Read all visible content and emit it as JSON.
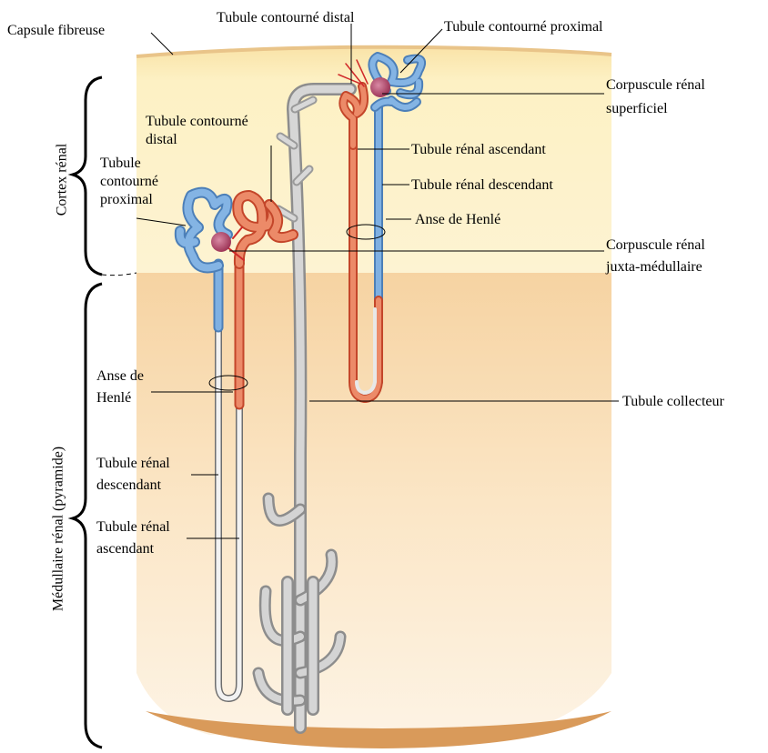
{
  "labels": {
    "capsule_fibreuse": "Capsule fibreuse",
    "tubule_contourne_distal_top": "Tubule contourné distal",
    "tubule_contourne_proximal_top": "Tubule contourné proximal",
    "corpuscule_renal_superficiel_1": "Corpuscule rénal",
    "corpuscule_renal_superficiel_2": "superficiel",
    "tubule_renal_ascendant_right": "Tubule rénal ascendant",
    "tubule_renal_descendant_right": "Tubule rénal descendant",
    "anse_de_henle_right": "Anse de Henlé",
    "corpuscule_juxta_1": "Corpuscule rénal",
    "corpuscule_juxta_2": "juxta-médullaire",
    "tubule_collecteur": "Tubule collecteur",
    "tubule_contourne_distal_left_1": "Tubule contourné",
    "tubule_contourne_distal_left_2": "distal",
    "tubule_contourne_proximal_left_1": "Tubule",
    "tubule_contourne_proximal_left_2": "contourné",
    "tubule_contourne_proximal_left_3": "proximal",
    "anse_de_henle_left_1": "Anse de",
    "anse_de_henle_left_2": "Henlé",
    "tubule_renal_descendant_left_1": "Tubule rénal",
    "tubule_renal_descendant_left_2": "descendant",
    "tubule_renal_ascendant_left_1": "Tubule rénal",
    "tubule_renal_ascendant_left_2": "ascendant",
    "cortex_renal": "Cortex rénal",
    "medullaire_renal": "Médullaire rénal (pyramide)"
  },
  "colors": {
    "proximal_blue": "#6f9fd4",
    "distal_red": "#e06a4a",
    "glomerulus": "#b44a6e",
    "duct_grey": "#b3b3b3",
    "cortex_bg": "#fdf0c0",
    "medulla_bg": "#f8d9a8"
  }
}
